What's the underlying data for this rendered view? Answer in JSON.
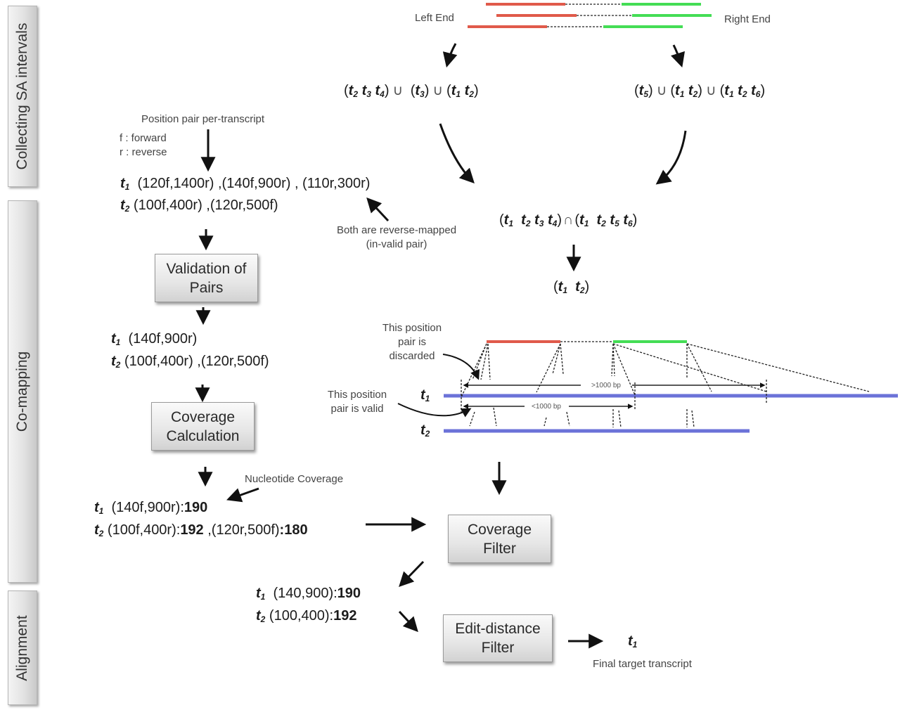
{
  "stages": [
    {
      "label": "Collecting SA intervals"
    },
    {
      "label": "Co-mapping"
    },
    {
      "label": "Alignment"
    }
  ],
  "colors": {
    "left_read": "#e05a4a",
    "right_read": "#44dd55",
    "transcript": "#6b72d8"
  },
  "reads": {
    "left_label": "Left End",
    "right_label": "Right End"
  },
  "sa_intervals": {
    "left_set": {
      "groups": [
        [
          "2",
          "3",
          "4"
        ],
        [
          "3"
        ],
        [
          "1",
          "2"
        ]
      ],
      "op": "∪"
    },
    "right_set": {
      "groups": [
        [
          "5"
        ],
        [
          "1",
          "2"
        ],
        [
          "1",
          "2",
          "6"
        ]
      ],
      "op": "∪"
    },
    "intersection": {
      "left": [
        "1",
        "2",
        "3",
        "4"
      ],
      "op": "∩",
      "right": [
        "1",
        "2",
        "5",
        "6"
      ]
    },
    "result": [
      "1",
      "2"
    ]
  },
  "position_pairs": {
    "title": "Position pair per-transcript",
    "legend_f": "f : forward",
    "legend_r": "r : reverse",
    "t1": "(120f,1400r) ,(140f,900r) , (110r,300r)",
    "t2": "(100f,400r) ,(120r,500f)",
    "annotation_line1": "Both are reverse-mapped",
    "annotation_line2": "(in-valid pair)"
  },
  "validation_box": {
    "line1": "Validation of",
    "line2": "Pairs"
  },
  "valid_pairs": {
    "t1": "(140f,900r)",
    "t2": "(100f,400r) ,(120r,500f)"
  },
  "coverage_calc_box": {
    "line1": "Coverage",
    "line2": "Calculation"
  },
  "coverage": {
    "annotation": "Nucleotide Coverage",
    "t1_pair": "(140f,900r):",
    "t1_value": "190",
    "t2_pair1": "(100f,400r):",
    "t2_value1": "192",
    "t2_sep": " ,(120r,500f)",
    "t2_value2": ":180"
  },
  "coverage_filter_box": {
    "line1": "Coverage",
    "line2": "Filter"
  },
  "filtered": {
    "t1_pair": "(140,900):",
    "t1_value": "190",
    "t2_pair": "(100,400):",
    "t2_value": "192"
  },
  "edit_filter_box": {
    "line1": "Edit-distance",
    "line2": "Filter"
  },
  "final": {
    "transcript": "1",
    "label": "Final target transcript"
  },
  "mapping_diagram": {
    "discarded_label": [
      "This position",
      "pair is",
      "discarded"
    ],
    "valid_label": [
      "This position",
      "pair is valid"
    ],
    "t1_label": "1",
    "t2_label": "2",
    "gt_label": ">1000 bp",
    "lt_label": "<1000 bp"
  }
}
